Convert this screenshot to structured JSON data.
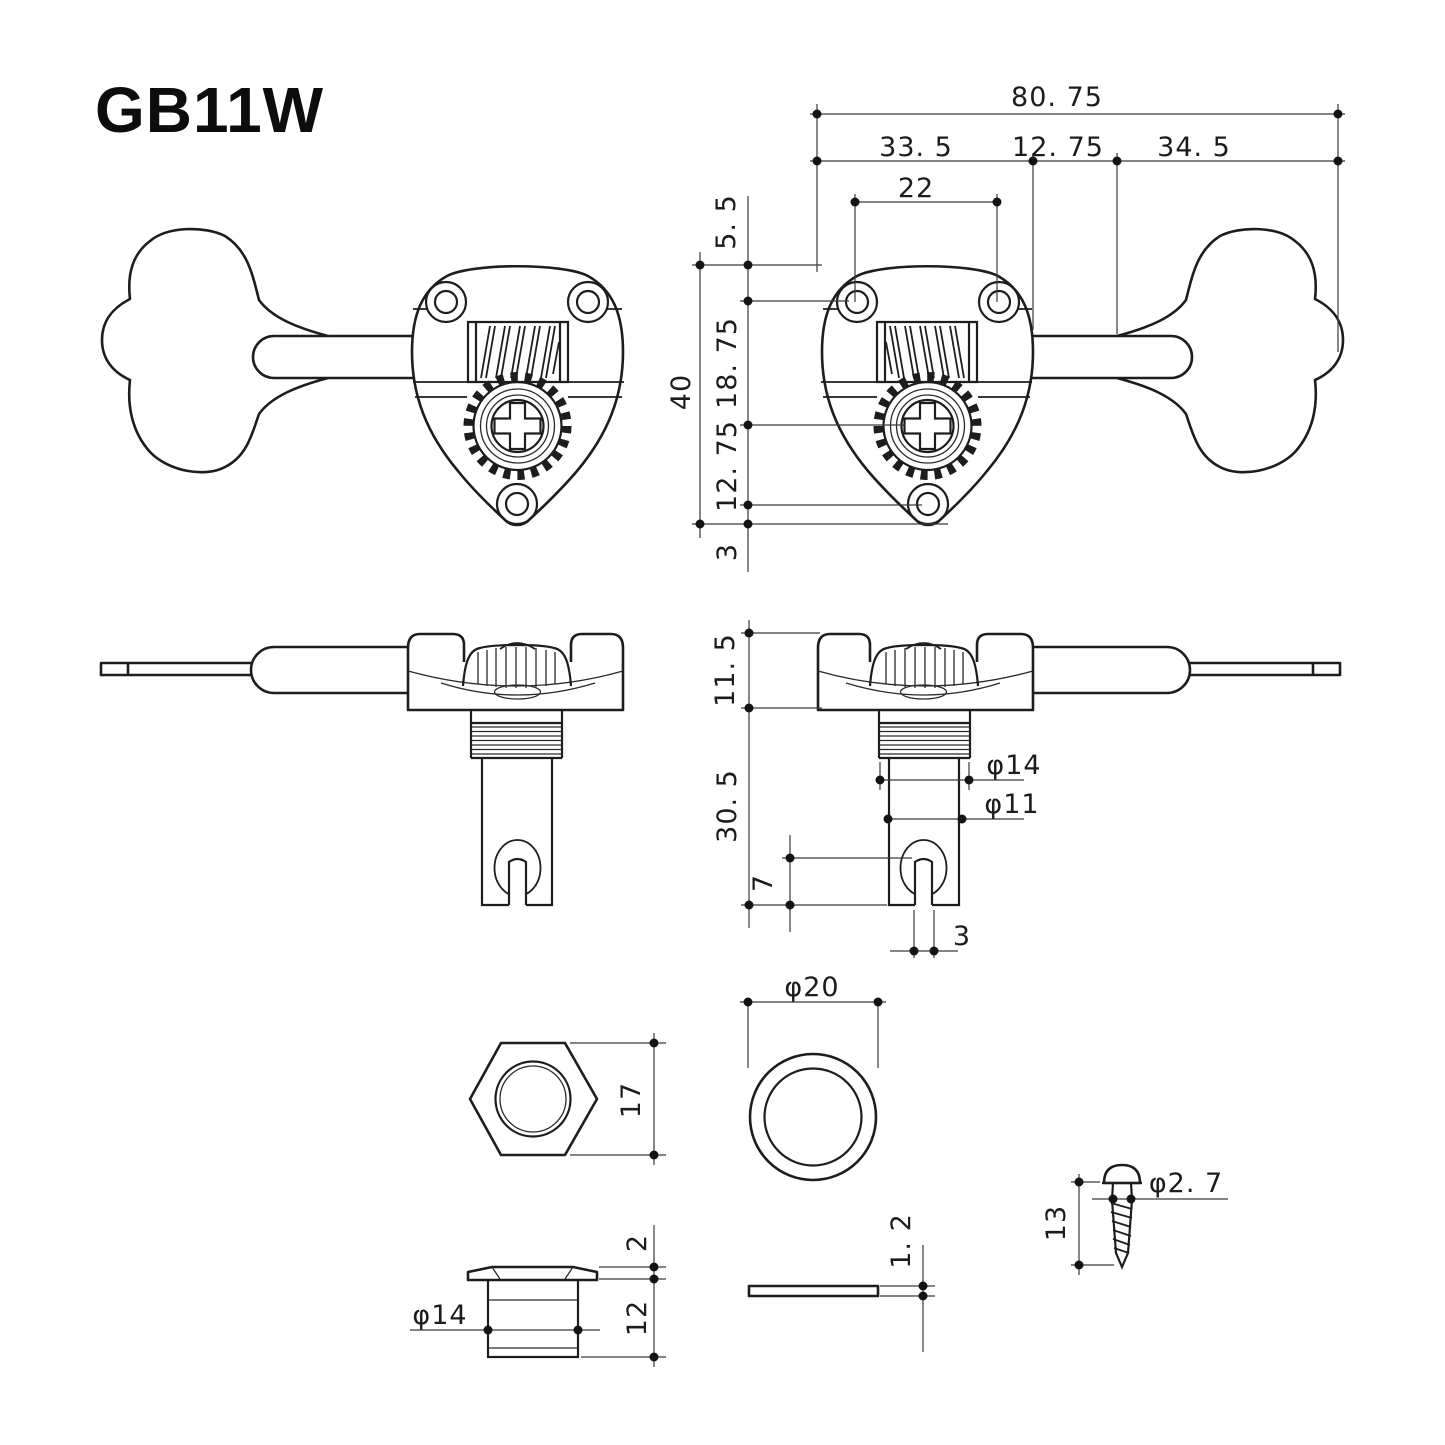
{
  "title": "GB11W",
  "drawing_type": "tuning-machine technical drawing",
  "front_view_dims": {
    "overall_width": "80. 75",
    "housing_width": "33. 5",
    "shaft_exposed": "12. 75",
    "key_width": "34. 5",
    "screw_spacing": "22",
    "top_to_screw": "5. 5",
    "overall_height": "40",
    "screw_to_gear": "18. 75",
    "gear_to_screw": "12. 75",
    "screw_to_bottom": "3"
  },
  "side_view_dims": {
    "bracket_height": "11. 5",
    "shaft_below": "30. 5",
    "slot_depth": "7",
    "slot_width": "3",
    "bushing_dia": "φ14",
    "post_dia": "φ11"
  },
  "parts": {
    "hex_nut": {
      "across_flats": "17"
    },
    "ring_washer": {
      "outer_dia": "φ20"
    },
    "bushing": {
      "flange_height": "2",
      "body_height": "12",
      "body_dia": "φ14"
    },
    "flat_washer": {
      "thickness": "1. 2"
    },
    "wood_screw": {
      "thread_dia": "φ2. 7",
      "length": "13"
    }
  }
}
